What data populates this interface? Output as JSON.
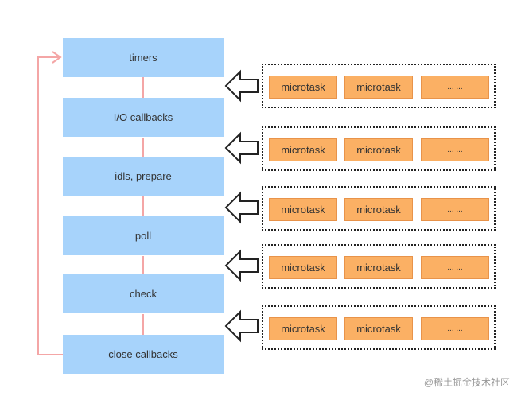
{
  "phases": [
    {
      "label": "timers"
    },
    {
      "label": "I/O callbacks"
    },
    {
      "label": "idls, prepare"
    },
    {
      "label": "poll"
    },
    {
      "label": "check"
    },
    {
      "label": "close callbacks"
    }
  ],
  "microtask_queues": [
    {
      "tasks": [
        "microtask",
        "microtask",
        "... ..."
      ]
    },
    {
      "tasks": [
        "microtask",
        "microtask",
        "... ..."
      ]
    },
    {
      "tasks": [
        "microtask",
        "microtask",
        "... ..."
      ]
    },
    {
      "tasks": [
        "microtask",
        "microtask",
        "... ..."
      ]
    },
    {
      "tasks": [
        "microtask",
        "microtask",
        "... ..."
      ]
    }
  ],
  "watermark": "@稀土掘金技术社区",
  "colors": {
    "phase_fill": "#a7d3fb",
    "task_fill": "#fbb064",
    "loop_line": "#f4a6a6",
    "queue_border": "#222222"
  }
}
